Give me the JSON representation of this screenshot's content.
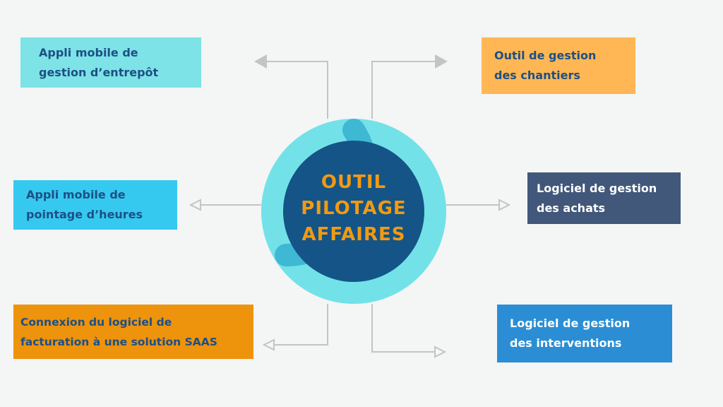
{
  "center": {
    "label": "OUTIL\nPILOTAGE\nAFFAIRES",
    "colors": {
      "outer_ring": "#72e2e8",
      "ring_accent": "#3fb8d4",
      "inner": "#155487",
      "text": "#f29a12"
    }
  },
  "boxes": {
    "entrepot": {
      "label": "Appli mobile de\ngestion d’entrepôt",
      "bg": "#7de3e6",
      "fg": "#1d4f86"
    },
    "pointage": {
      "label": "Appli mobile de\npointage d’heures",
      "bg": "#36c9f0",
      "fg": "#1d4f86"
    },
    "facturation": {
      "label": "Connexion du logiciel de\nfacturation à une solution SAAS",
      "bg": "#ee930c",
      "fg": "#1d4f86"
    },
    "chantiers": {
      "label": "Outil de gestion\ndes chantiers",
      "bg": "#feb754",
      "fg": "#1d4f86"
    },
    "achats": {
      "label": "Logiciel de gestion\ndes achats",
      "bg": "#42587a",
      "fg": "#ffffff"
    },
    "interventions": {
      "label": "Logiciel de gestion\ndes interventions",
      "bg": "#2b8ed4",
      "fg": "#ffffff"
    }
  },
  "connector_color": "#c4c4c4"
}
